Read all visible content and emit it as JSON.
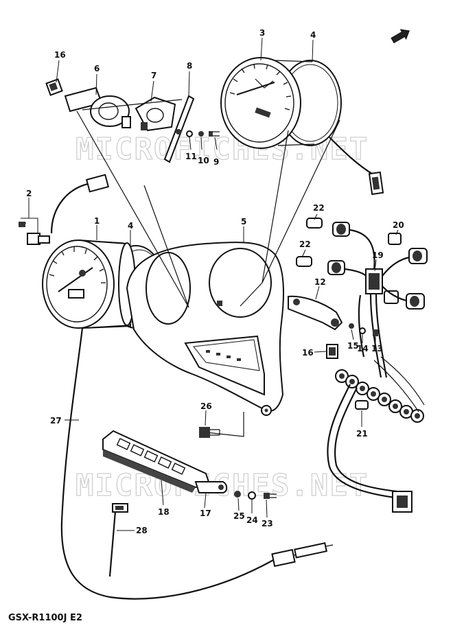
{
  "watermark": "MICROFICHES.NET",
  "model_code": "GSX-R1100J  E2",
  "callouts": {
    "c1": "1",
    "c2": "2",
    "c3": "3",
    "c4a": "4",
    "c4b": "4",
    "c5": "5",
    "c6": "6",
    "c7": "7",
    "c8": "8",
    "c9": "9",
    "c10": "10",
    "c11": "11",
    "c12": "12",
    "c13": "13",
    "c14": "14",
    "c15": "15",
    "c16a": "16",
    "c16b": "16",
    "c17": "17",
    "c18": "18",
    "c19": "19",
    "c20": "20",
    "c21": "21",
    "c22a": "22",
    "c22b": "22",
    "c23": "23",
    "c24": "24",
    "c25": "25",
    "c26": "26",
    "c27": "27",
    "c28": "28"
  },
  "icons": {
    "direction": "arrow-icon"
  }
}
